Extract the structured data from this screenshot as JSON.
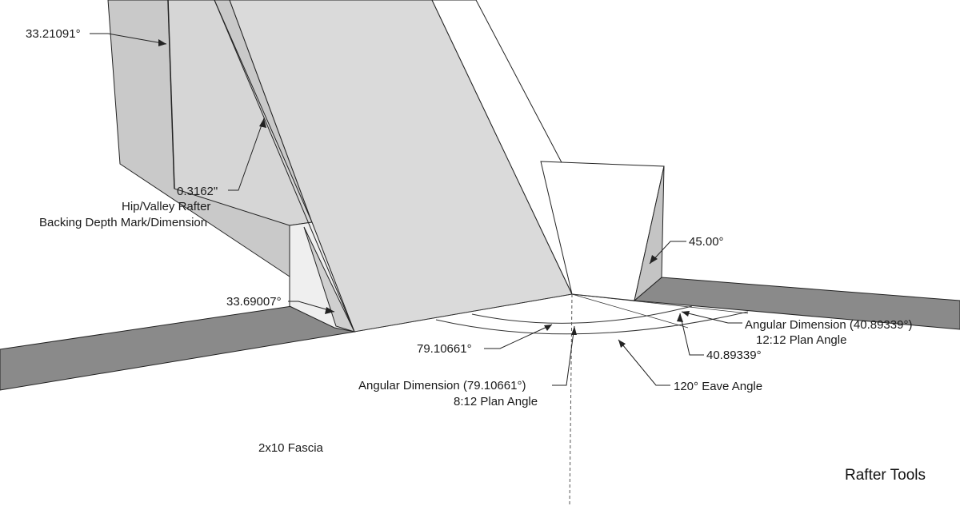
{
  "labels": {
    "angle_top": "33.21091°",
    "backing_value": "0.3162\"",
    "backing_line1": "Hip/Valley Rafter",
    "backing_line2": "Backing Depth Mark/Dimension",
    "angle_left": "33.69007°",
    "angle_right_top": "45.00°",
    "angular_dim_right_line1": "Angular Dimension (40.89339°)",
    "angular_dim_right_line2": "12:12 Plan Angle",
    "angle_right_value": "40.89339°",
    "angle_center_value": "79.10661°",
    "angular_dim_center_line1": "Angular Dimension (79.10661°)",
    "angular_dim_center_line2": "8:12 Plan Angle",
    "eave_angle": "120° Eave Angle",
    "fascia": "2x10 Fascia",
    "brand": "Rafter Tools"
  },
  "colors": {
    "background": "#ffffff",
    "fascia": "#8a8a8a",
    "rafter_face_light": "#dcdcdc",
    "rafter_face_mid": "#cfcfcf",
    "rafter_face_dark": "#bfbfbf",
    "rafter_top": "#ffffff",
    "edge": "#222222"
  }
}
